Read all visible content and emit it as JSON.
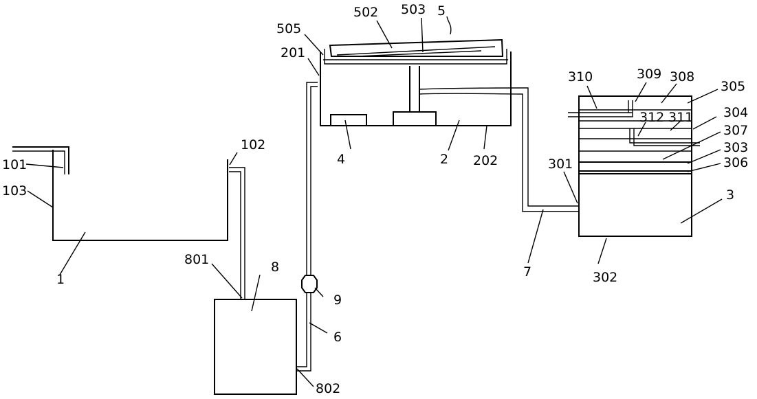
{
  "labels": {
    "l101": "101",
    "l102": "102",
    "l103": "103",
    "l1": "1",
    "l201": "201",
    "l202": "202",
    "l2": "2",
    "l4": "4",
    "l505": "505",
    "l502": "502",
    "l503": "503",
    "l5": "5",
    "l801": "801",
    "l8": "8",
    "l802": "802",
    "l9": "9",
    "l6": "6",
    "l7": "7",
    "l301": "301",
    "l302": "302",
    "l3": "3",
    "l310": "310",
    "l309": "309",
    "l308": "308",
    "l305": "305",
    "l312": "312",
    "l311": "311",
    "l304": "304",
    "l307": "307",
    "l303": "303",
    "l306": "306"
  }
}
